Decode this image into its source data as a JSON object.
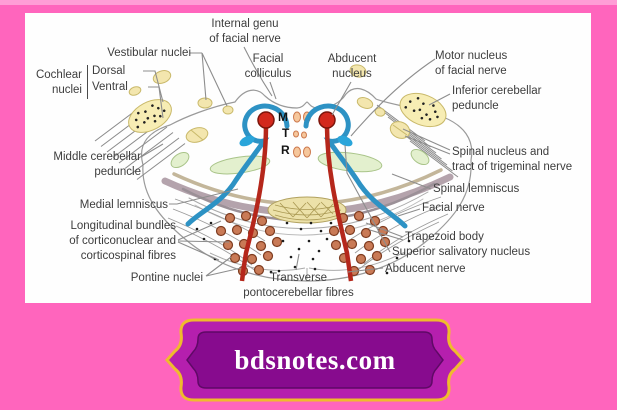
{
  "diagram": {
    "midline_letters": {
      "m": "M",
      "t": "T",
      "r": "R"
    },
    "labels": {
      "internal_genu": {
        "l1": "Internal genu",
        "l2": "of facial nerve"
      },
      "vestibular": {
        "l1": "Vestibular nuclei"
      },
      "cochlear": {
        "l1": "Cochlear",
        "l2": "nuclei"
      },
      "dorsal": {
        "l1": "Dorsal"
      },
      "ventral": {
        "l1": "Ventral"
      },
      "facial_colliculus": {
        "l1": "Facial",
        "l2": "colliculus"
      },
      "abducent_nucleus": {
        "l1": "Abducent",
        "l2": "nucleus"
      },
      "motor_nucleus": {
        "l1": "Motor nucleus",
        "l2": "of facial nerve"
      },
      "inferior_cerebellar": {
        "l1": "Inferior cerebellar",
        "l2": "peduncle"
      },
      "middle_cerebellar": {
        "l1": "Middle cerebellar",
        "l2": "peduncle"
      },
      "spinal_nucleus_tract": {
        "l1": "Spinal nucleus and",
        "l2": "tract of trigeminal nerve"
      },
      "spinal_lemniscus": {
        "l1": "Spinal lemniscus"
      },
      "facial_nerve": {
        "l1": "Facial nerve"
      },
      "medial_lemniscus": {
        "l1": "Medial lemniscus"
      },
      "longitudinal_bundles": {
        "l1": "Longitudinal bundles",
        "l2": "of corticonuclear and",
        "l3": "corticospinal fibres"
      },
      "trapezoid_body": {
        "l1": "Trapezoid body"
      },
      "superior_salivatory": {
        "l1": "Superior salivatory nucleus"
      },
      "abducent_nerve": {
        "l1": "Abducent nerve"
      },
      "pontine_nuclei": {
        "l1": "Pontine nuclei"
      },
      "transverse_fibres": {
        "l1": "Transverse",
        "l2": "pontocerebellar fibres"
      }
    }
  },
  "badge": {
    "text": "bdsnotes.com",
    "gold_border": "#efbb2c",
    "magenta_fill": "#b51fae",
    "inner_purple": "#870b8e",
    "text_color": "#ffffff"
  },
  "colors": {
    "background_pink": "#ff65bd",
    "top_strip_pink": "#ff9dd6",
    "panel_white": "#fefefe",
    "label_text": "#3d3d3d",
    "nerve_red": "#b5271b",
    "nucleus_red": "#d3291d",
    "nerve_blue": "#2d92c4",
    "nuclei_cream": "#f3e6ae",
    "peach_oval": "#f6c79c",
    "green_area": "#e3f0ce",
    "band_mauve": "#b4a3ac",
    "pontine_brown": "#c97a56"
  }
}
